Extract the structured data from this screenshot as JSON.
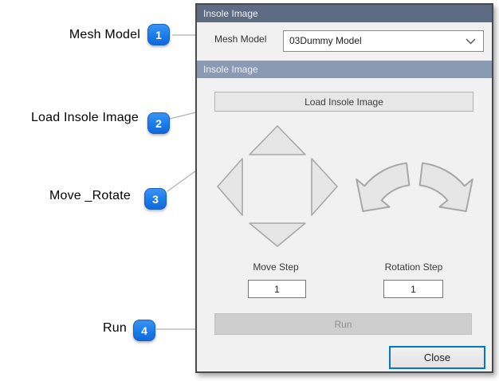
{
  "annotations": {
    "items": [
      {
        "number": "1",
        "label": "Mesh Model"
      },
      {
        "number": "2",
        "label": "Load Insole Image"
      },
      {
        "number": "3",
        "label": "Move _Rotate"
      },
      {
        "number": "4",
        "label": "Run"
      }
    ]
  },
  "dialog": {
    "header1": "Insole Image",
    "header2": "Insole Image",
    "mesh_model": {
      "label": "Mesh Model",
      "selected_option": "03Dummy Model"
    },
    "load_button": "Load Insole Image",
    "move_step": {
      "label": "Move Step",
      "value": "1"
    },
    "rotation_step": {
      "label": "Rotation Step",
      "value": "1"
    },
    "run_button": "Run",
    "close_button": "Close"
  },
  "icons": {
    "chevron_down": "chevron-down-icon",
    "move_arrows": "move-arrows (up/down/left/right triangles)",
    "rotate_arrows": "rotate-ccw and rotate-cw curved arrows"
  },
  "colors": {
    "header1_bg": "#5e6c83",
    "header2_bg": "#8b99b3",
    "dialog_bg": "#f1f1f1",
    "badge_blue": "#1b7ce8",
    "close_border_accent": "#0077d4",
    "disabled_text": "#8f8f8f",
    "arrow_fill": "#e6e6e6",
    "arrow_stroke": "#a8a8a8"
  }
}
